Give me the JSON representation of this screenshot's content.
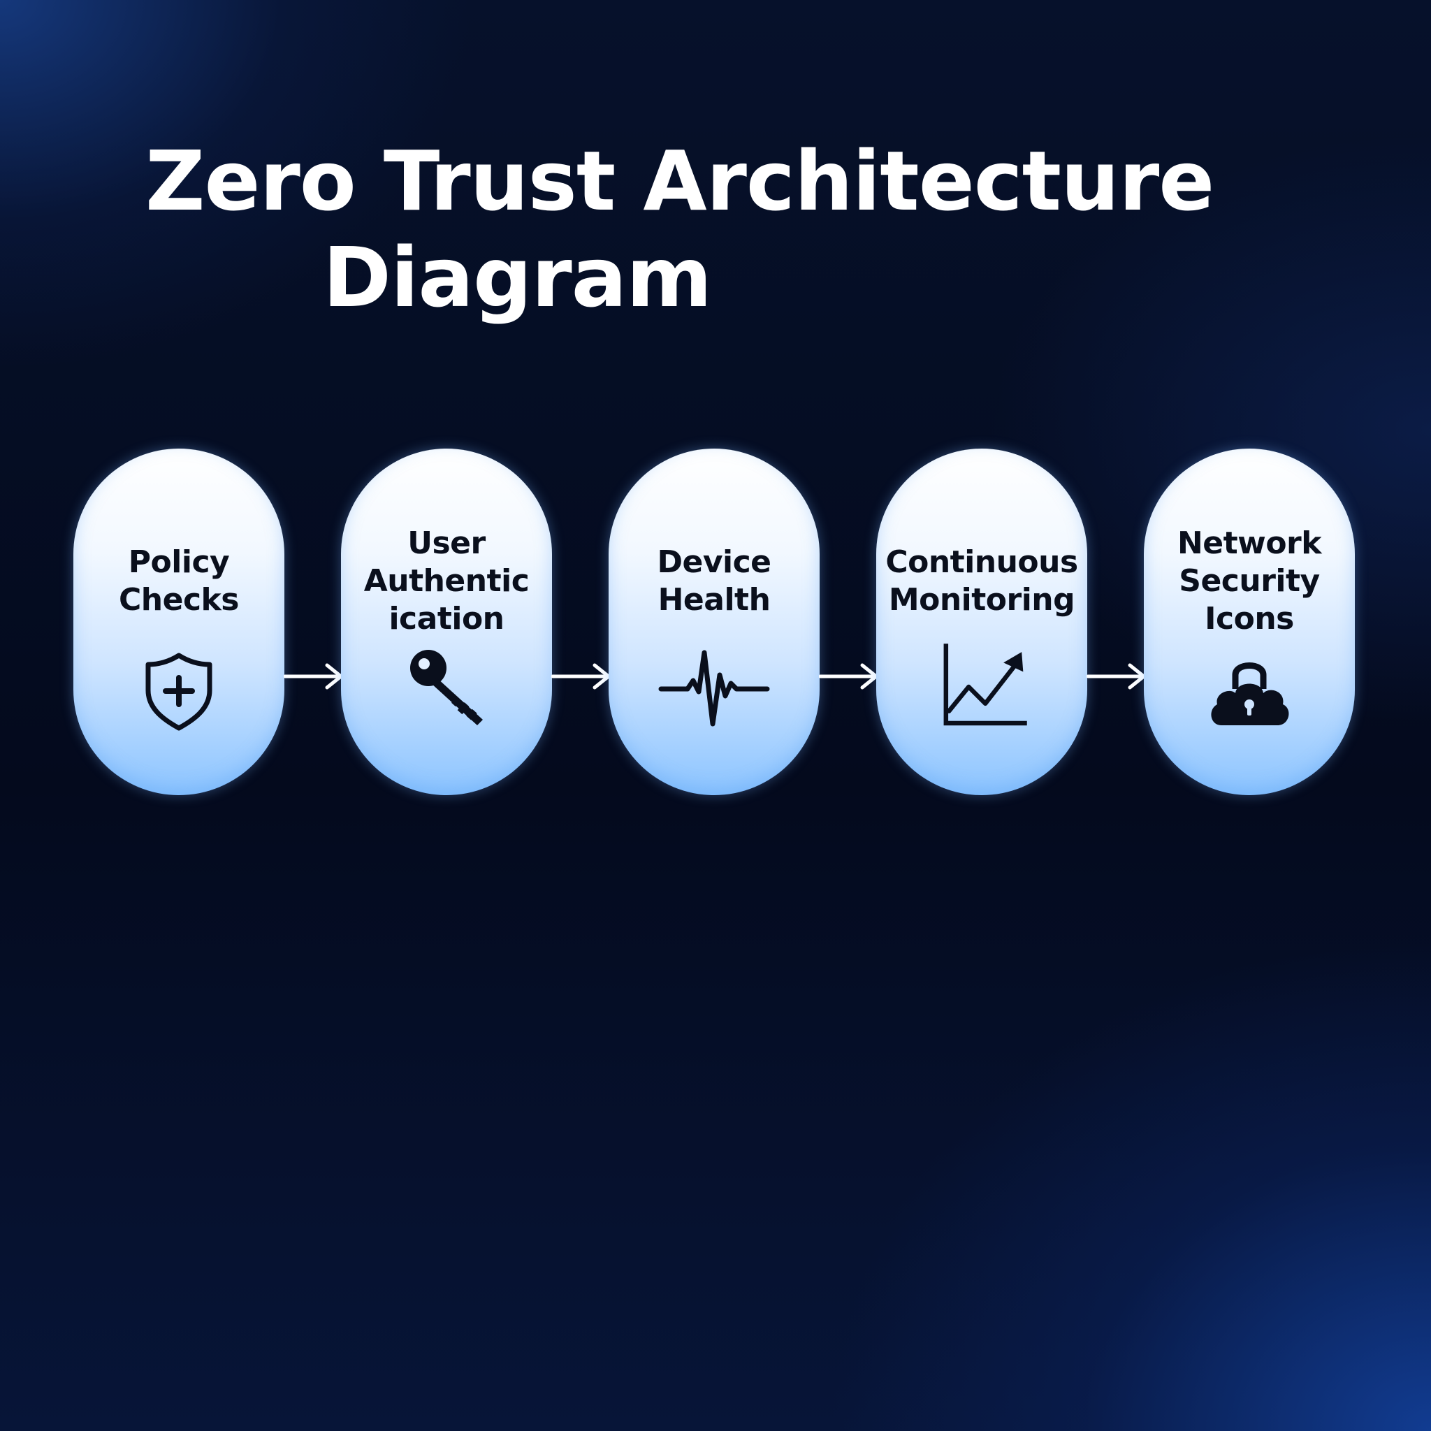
{
  "title": {
    "line1": "Zero Trust Architecture",
    "line2": "Diagram"
  },
  "nodes": [
    {
      "label": "Policy\nChecks",
      "icon": "shield-plus-icon"
    },
    {
      "label": "User\nAuthentic\nication",
      "icon": "key-icon"
    },
    {
      "label": "Device\nHealth",
      "icon": "heartbeat-icon"
    },
    {
      "label": "Continuous\nMonitoring",
      "icon": "trend-chart-icon"
    },
    {
      "label": "Network\nSecurity\nIcons",
      "icon": "cloud-lock-icon"
    }
  ],
  "colors": {
    "node_top": "#ffffff",
    "node_bottom": "#8cc4ff",
    "text": "#0a0f1c",
    "title": "#ffffff",
    "arrow": "#ffffff"
  }
}
